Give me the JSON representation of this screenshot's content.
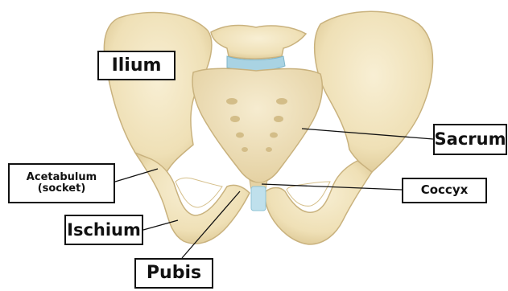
{
  "labels": {
    "ilium": "Ilium",
    "sacrum": "Sacrum",
    "acetabulum": "Acetabulum\n(socket)",
    "coccyx": "Coccyx",
    "ischium": "Ischium",
    "pubis": "Pubis"
  },
  "colors": {
    "bone": "#f1e4bf",
    "bone_shadow": "#d9c595",
    "bone_outline": "#c9b27e",
    "disc": "#a9d3e3",
    "pubic_symphysis": "#bfe0ec",
    "label_border": "#111111",
    "leader_line": "#111111"
  }
}
